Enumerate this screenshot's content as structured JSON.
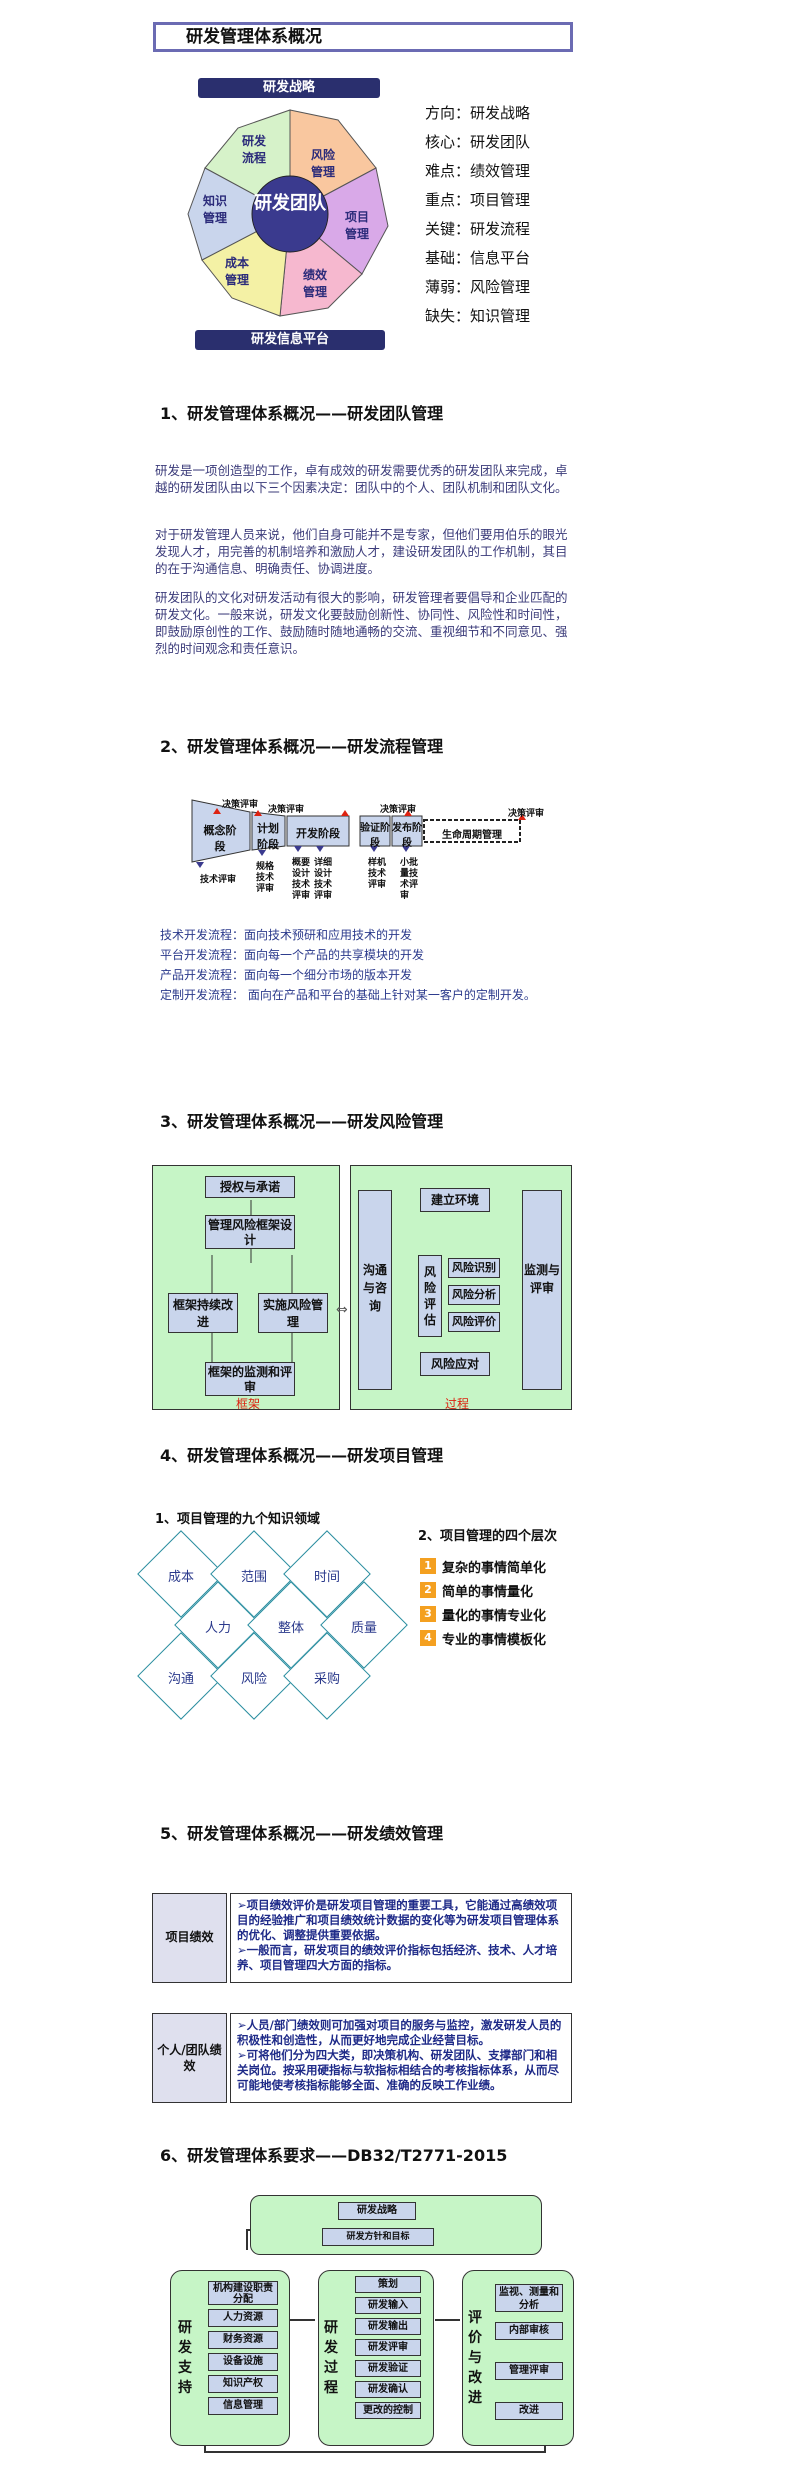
{
  "overview": {
    "title": "研发管理体系概况",
    "top_bar": "研发战略",
    "bottom_bar": "研发信息平台",
    "center": "研发团队",
    "segments": [
      "研发流程",
      "风险管理",
      "项目管理",
      "绩效管理",
      "成本管理",
      "知识管理"
    ],
    "legend": [
      "方向：研发战略",
      "核心：研发团队",
      "难点：绩效管理",
      "重点：项目管理",
      "关键：研发流程",
      "基础：信息平台",
      "薄弱：风险管理",
      "缺失：知识管理"
    ]
  },
  "team": {
    "heading": "1、研发管理体系概况——研发团队管理",
    "paragraphs": [
      "研发是一项创造型的工作，卓有成效的研发需要优秀的研发团队来完成，卓越的研发团队由以下三个因素决定：团队中的个人、团队机制和团队文化。",
      "对于研发管理人员来说，他们自身可能并不是专家，但他们要用伯乐的眼光发现人才，用完善的机制培养和激励人才，建设研发团队的工作机制，其目的在于沟通信息、明确责任、协调进度。",
      "研发团队的文化对研发活动有很大的影响，研发管理者要倡导和企业匹配的研发文化。一般来说，研发文化要鼓励创新性、协同性、风险性和时间性，即鼓励原创性的工作、鼓励随时随地通畅的交流、重视细节和不同意见、强烈的时间观念和责任意识。"
    ]
  },
  "process": {
    "heading": "2、研发管理体系概况——研发流程管理",
    "stages": [
      "概念阶段",
      "计划阶段",
      "开发阶段",
      "验证阶段",
      "发布阶段",
      "生命周期管理"
    ],
    "decision": "决策评审",
    "reviews": [
      "技术评审",
      "规格技术评审",
      "概要设计技术评审",
      "详细设计技术评审",
      "样机技术评审",
      "小批量技术评审"
    ],
    "flows": [
      "技术开发流程：面向技术预研和应用技术的开发",
      "平台开发流程：面向每一个产品的共享模块的开发",
      "产品开发流程：面向每一个细分市场的版本开发",
      "定制开发流程： 面向在产品和平台的基础上针对某一客户的定制开发。"
    ]
  },
  "risk": {
    "heading": "3、研发管理体系概况——研发风险管理",
    "framework_boxes": [
      "授权与承诺",
      "管理风险框架设计",
      "框架持续改进",
      "实施风险管理",
      "框架的监测和评审"
    ],
    "framework_label": "框架",
    "process_boxes": [
      "建立环境",
      "沟通与咨询",
      "风险评估",
      "风险识别",
      "风险分析",
      "风险评价",
      "风险应对",
      "监测与评审"
    ],
    "process_label": "过程"
  },
  "project": {
    "heading": "4、研发管理体系概况——研发项目管理",
    "knowledge_title": "1、项目管理的九个知识领域",
    "areas": [
      "成本",
      "范围",
      "时间",
      "人力",
      "整体",
      "质量",
      "沟通",
      "风险",
      "采购"
    ],
    "levels_title": "2、项目管理的四个层次",
    "levels": [
      {
        "num": "1",
        "text": "复杂的事情简单化"
      },
      {
        "num": "2",
        "text": "简单的事情量化"
      },
      {
        "num": "3",
        "text": "量化的事情专业化"
      },
      {
        "num": "4",
        "text": "专业的事情模板化"
      }
    ]
  },
  "perf": {
    "heading": "5、研发管理体系概况——研发绩效管理",
    "label1": "项目绩效",
    "text1a": "➢项目绩效评价是研发项目管理的重要工具，它能通过高绩效项目的经验推广和项目绩效统计数据的变化等为研发项目管理体系的优化、调整提供重要依据。",
    "text1b": "➢一般而言，研发项目的绩效评价指标包括经济、技术、人才培养、项目管理四大方面的指标。",
    "label2": "个人/团队绩效",
    "text2a": "➢人员/部门绩效则可加强对项目的服务与监控，激发研发人员的积极性和创造性，从而更好地完成企业经营目标。",
    "text2b": "➢可将他们分为四大类，即决策机构、研发团队、支撑部门和相关岗位。按采用硬指标与软指标相结合的考核指标体系，从而尽可能地使考核指标能够全面、准确的反映工作业绩。"
  },
  "std": {
    "heading": "6、研发管理体系要求——DB32/T2771-2015",
    "top1": "研发战略",
    "top2": "研发方针和目标",
    "support_title": "研发支持",
    "support": [
      "机构建设职责分配",
      "人力资源",
      "财务资源",
      "设备设施",
      "知识产权",
      "信息管理"
    ],
    "process_title": "研发过程",
    "process": [
      "策划",
      "研发输入",
      "研发输出",
      "研发评审",
      "研发验证",
      "研发确认",
      "更改的控制"
    ],
    "eval_title": "评价与改进",
    "eval": [
      "监视、测量和分析",
      "内部审核",
      "管理评审",
      "改进"
    ]
  }
}
